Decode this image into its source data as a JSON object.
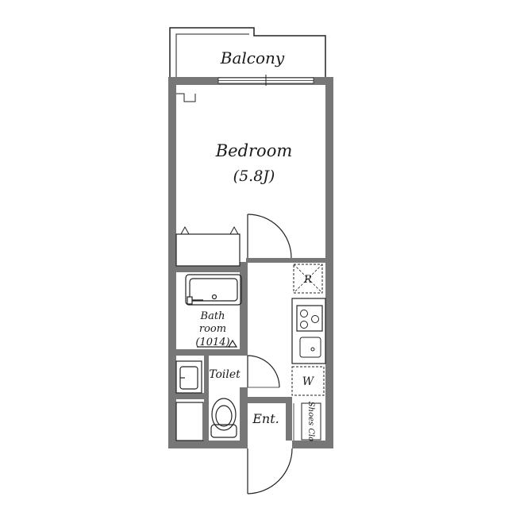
{
  "rooms": {
    "balcony": "Balcony",
    "bedroom": "Bedroom",
    "bedroom_size": "(5.8J)",
    "bath_line1": "Bath",
    "bath_line2": "room",
    "bath_size": "(1014)",
    "toilet": "Toilet",
    "entrance": "Ent.",
    "shoes_closet": "Shoes Clo"
  },
  "fixtures": {
    "refrigerator": "R",
    "washer": "W"
  },
  "colors": {
    "wall": "#777777",
    "line": "#222222",
    "background": "#ffffff"
  }
}
